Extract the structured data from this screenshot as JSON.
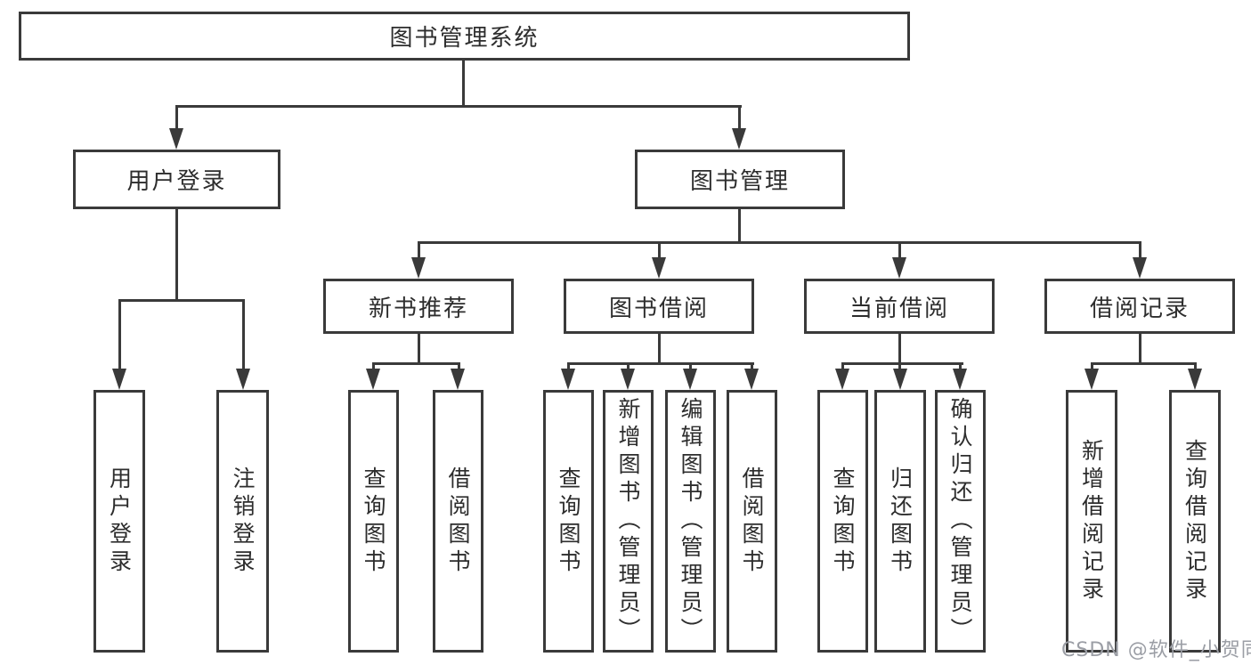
{
  "colors": {
    "line": "#3a3a3a",
    "text": "#2d2d2d",
    "watermark": "#9b9ea5",
    "background": "#ffffff"
  },
  "watermark": {
    "text": "CSDN @软件_小贺同学"
  },
  "tree": {
    "root": "图书管理系统",
    "children": [
      {
        "label": "用户登录",
        "children": [
          "用户登录",
          "注销登录"
        ]
      },
      {
        "label": "图书管理",
        "children": [
          {
            "label": "新书推荐",
            "children": [
              "查询图书",
              "借阅图书"
            ]
          },
          {
            "label": "图书借阅",
            "children": [
              "查询图书",
              "新增图书（管理员）",
              "编辑图书（管理员）",
              "借阅图书"
            ]
          },
          {
            "label": "当前借阅",
            "children": [
              "查询图书",
              "归还图书",
              "确认归还（管理员）"
            ]
          },
          {
            "label": "借阅记录",
            "children": [
              "新增借阅记录",
              "查询借阅记录"
            ]
          }
        ]
      }
    ]
  }
}
